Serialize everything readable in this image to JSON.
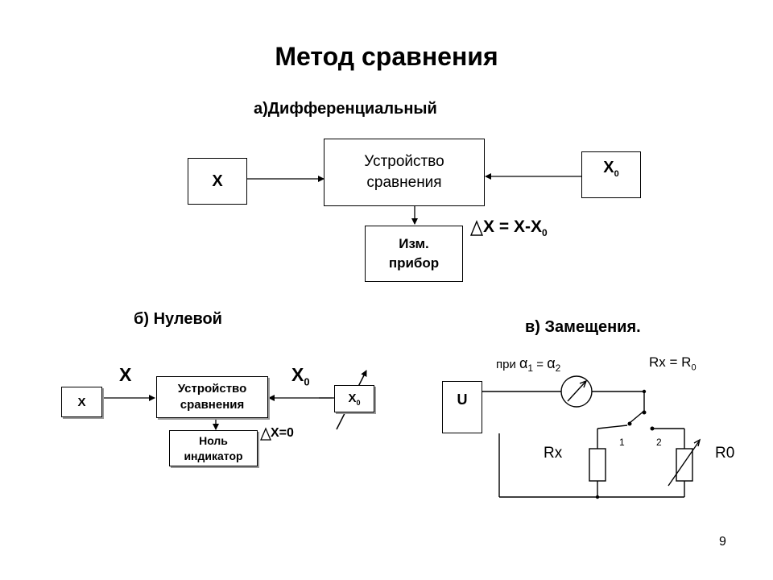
{
  "title": "Метод сравнения",
  "page_number": "9",
  "section_a": {
    "heading": "а)Дифференциальный",
    "input_box": "X",
    "reference_box": "X",
    "reference_sub": "0",
    "comparator_line1": "Устройство",
    "comparator_line2": "сравнения",
    "meter_line1": "Изм.",
    "meter_line2": "прибор",
    "formula_prefix": "X = X-X",
    "formula_sub": "0"
  },
  "section_b": {
    "heading": "б) Нулевой",
    "big_x": "X",
    "big_x0": "X",
    "big_x0_sub": "0",
    "input_box": "X",
    "reference_box": "X",
    "reference_sub": "0",
    "comparator_line1": "Устройство",
    "comparator_line2": "сравнения",
    "indicator_line1": "Ноль",
    "indicator_line2": "индикатор",
    "formula": "X=0"
  },
  "section_c": {
    "heading": "в) Замещения.",
    "condition_prefix": "при",
    "alpha1": "1",
    "equals": "=",
    "alpha2": "2",
    "rx_eq": "Rx = R",
    "rx_eq_sub": "0",
    "source": "U",
    "rx_label": "Rx",
    "r0_label": "R0",
    "contact1": "1",
    "contact2": "2"
  },
  "colors": {
    "line": "#000000",
    "shadow": "#9a9a9a"
  }
}
